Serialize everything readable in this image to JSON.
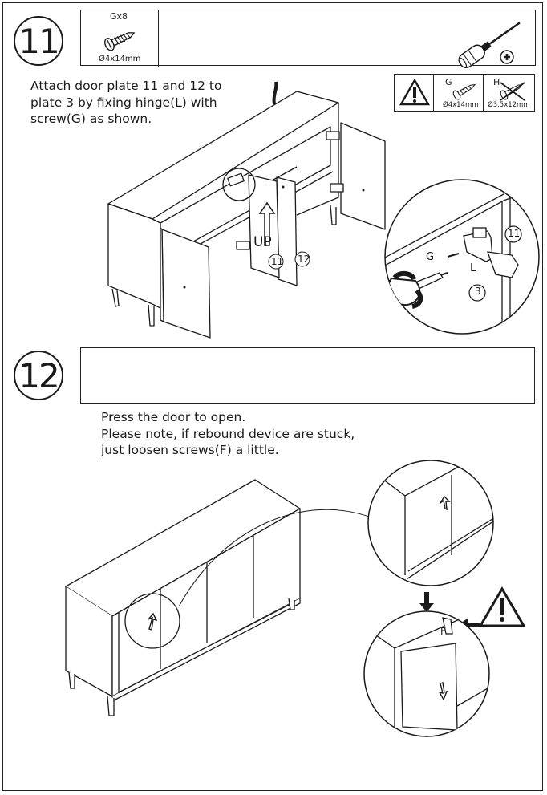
{
  "step11": {
    "number": "11",
    "screw_qty": "Gx8",
    "screw_size": "Ø4x14mm",
    "instruction": "Attach door plate 11 and 12 to\nplate 3 by fixing hinge(L) with\nscrew(G) as shown.",
    "warning": {
      "g_label": "G",
      "g_size": "Ø4x14mm",
      "h_label": "H",
      "h_size": "Ø3.5x12mm"
    },
    "main_labels": {
      "up": "UP",
      "door11": "11",
      "door12": "12"
    },
    "detail_labels": {
      "g": "G",
      "l": "L",
      "part3": "3",
      "part11": "11"
    }
  },
  "step12": {
    "number": "12",
    "instruction": "Press the door to open.\nPlease note, if rebound device are stuck,\njust loosen screws(F) a little.",
    "detail_label_f": "F"
  }
}
